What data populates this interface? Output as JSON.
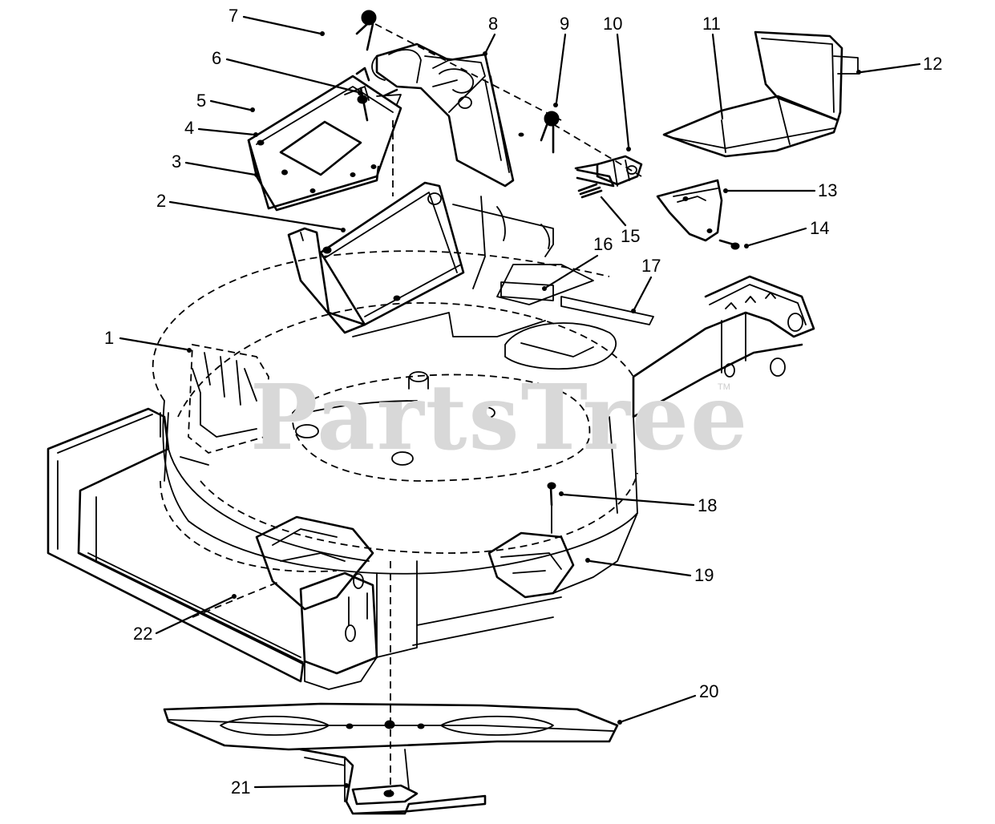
{
  "watermark": {
    "text": "PartsTree",
    "trademark": "TM"
  },
  "callouts": [
    {
      "id": "c1",
      "label": "1"
    },
    {
      "id": "c2",
      "label": "2"
    },
    {
      "id": "c3",
      "label": "3"
    },
    {
      "id": "c4",
      "label": "4"
    },
    {
      "id": "c5",
      "label": "5"
    },
    {
      "id": "c6",
      "label": "6"
    },
    {
      "id": "c7",
      "label": "7"
    },
    {
      "id": "c8",
      "label": "8"
    },
    {
      "id": "c9",
      "label": "9"
    },
    {
      "id": "c10",
      "label": "10"
    },
    {
      "id": "c11",
      "label": "11"
    },
    {
      "id": "c12",
      "label": "12"
    },
    {
      "id": "c13",
      "label": "13"
    },
    {
      "id": "c14",
      "label": "14"
    },
    {
      "id": "c15",
      "label": "15"
    },
    {
      "id": "c16",
      "label": "16"
    },
    {
      "id": "c17",
      "label": "17"
    },
    {
      "id": "c18",
      "label": "18"
    },
    {
      "id": "c19",
      "label": "19"
    },
    {
      "id": "c20",
      "label": "20"
    },
    {
      "id": "c21",
      "label": "21"
    },
    {
      "id": "c22",
      "label": "22"
    }
  ]
}
